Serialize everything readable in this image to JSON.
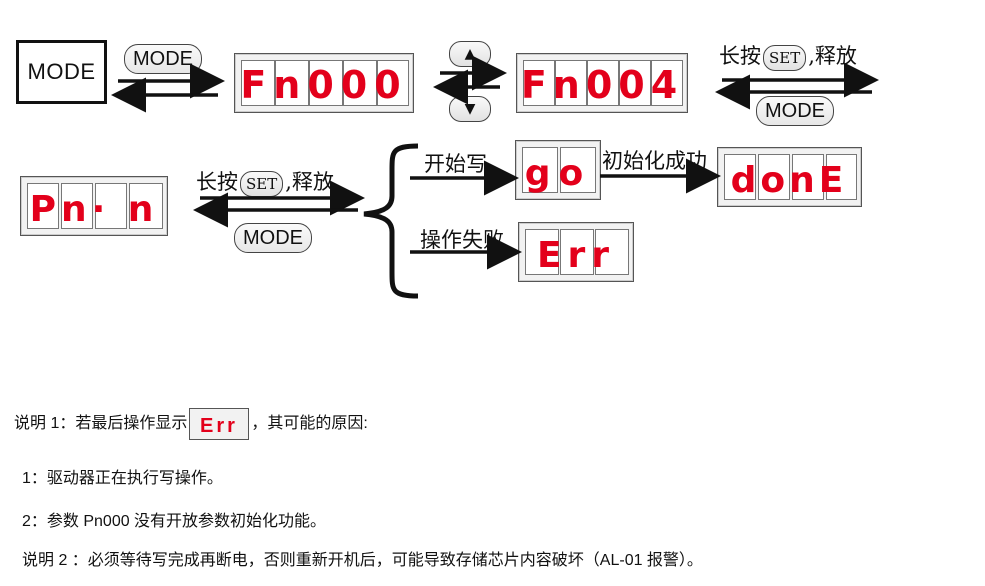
{
  "mode_key": "MODE",
  "mode_pill": "MODE",
  "set_pill": "SET",
  "up_symbol": "▲",
  "down_symbol": "▼",
  "label_long_press": "长按",
  "label_release": ",释放",
  "label_start_write": "开始写",
  "label_init_success": "初始化成功",
  "label_op_fail": "操作失败",
  "displays": {
    "fn000": "Fn000",
    "fn004": "Fn004",
    "pnin": "Pn· n",
    "go": "go",
    "done": "donE",
    "err": "Err"
  },
  "notes": {
    "note1_prefix": "说明 1：若最后操作显示",
    "note1_suffix": "，其可能的原因:",
    "item1": "1：驱动器正在执行写操作。",
    "item2": "2：参数 Pn000 没有开放参数初始化功能。",
    "note2": "说明 2 ：必须等待写完成再断电，否则重新开机后，可能导致存储芯片内容破坏（AL-01 报警）。"
  },
  "colors": {
    "segment_red": "#e3001b",
    "text": "#111111"
  }
}
